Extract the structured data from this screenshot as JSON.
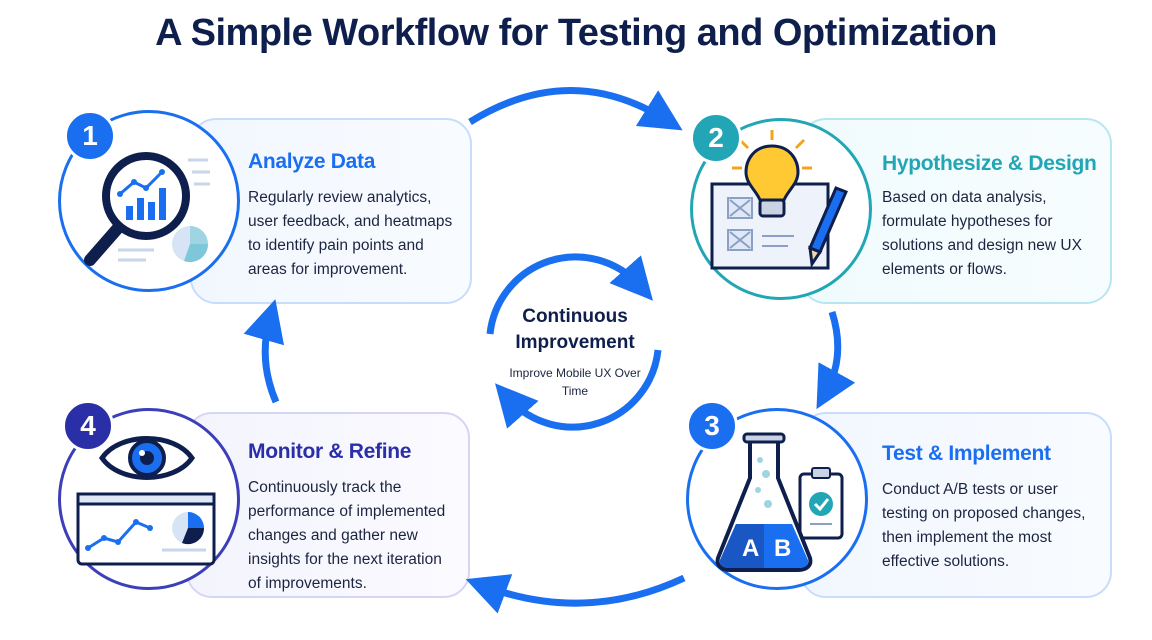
{
  "title": "A Simple Workflow for Testing and Optimization",
  "center": {
    "title": "Continuous Improvement",
    "subtitle": "Improve Mobile UX Over Time"
  },
  "steps": [
    {
      "number": "1",
      "title": "Analyze Data",
      "description": "Regularly review analytics, user feedback, and heatmaps to identify pain points and areas for improvement.",
      "color": "#1a6ff0",
      "icon": "magnifier-chart-icon"
    },
    {
      "number": "2",
      "title": "Hypothesize & Design",
      "description": "Based on data analysis, formulate hypotheses for solutions and design new UX elements or flows.",
      "color": "#22a6b5",
      "icon": "lightbulb-blueprint-icon"
    },
    {
      "number": "3",
      "title": "Test & Implement",
      "description": "Conduct A/B tests or user testing on proposed changes, then implement the most effective solutions.",
      "color": "#1a6ff0",
      "icon": "flask-ab-test-icon"
    },
    {
      "number": "4",
      "title": "Monitor & Refine",
      "description": "Continuously track the performance of implemented changes and gather new insights for the next iteration of improvements.",
      "color": "#2a2fa8",
      "icon": "eye-dashboard-icon"
    }
  ],
  "flask_labels": {
    "a": "A",
    "b": "B"
  },
  "colors": {
    "primary": "#1a6ff0",
    "teal": "#22a6b5",
    "navy": "#0f1f4d",
    "violet": "#2a2fa8"
  }
}
